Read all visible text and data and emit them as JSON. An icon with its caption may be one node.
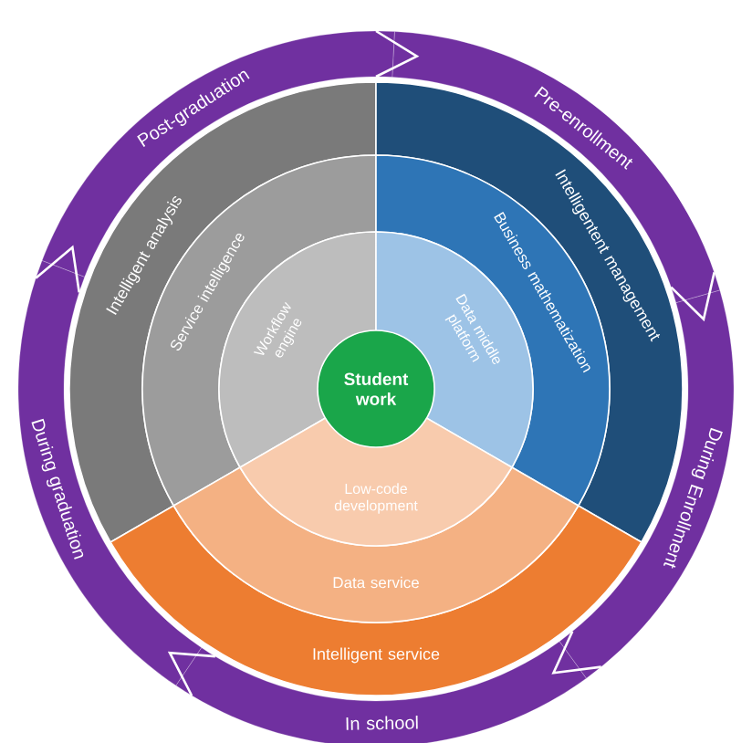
{
  "diagram": {
    "nodes": [
      {
        "text": [
          "Post-graduation"
        ]
      },
      {
        "text": [
          "Pre-enrollment"
        ]
      },
      {
        "text": [
          "During Enrollment"
        ]
      },
      {
        "text": [
          "In school"
        ]
      },
      {
        "text": [
          "During graduation"
        ]
      },
      {
        "text": [
          "Intelligent analysis"
        ]
      },
      {
        "text": [
          "Intelligentent management"
        ]
      },
      {
        "text": [
          "Intelligent service"
        ]
      },
      {
        "text": [
          "Service intelligence"
        ]
      },
      {
        "text": [
          "Business mathematization"
        ]
      },
      {
        "text": [
          "Data service"
        ]
      },
      {
        "text": [
          "Workflow engine"
        ]
      },
      {
        "text": [
          "Data middle platform"
        ]
      },
      {
        "text": [
          "Low-code development"
        ]
      },
      {
        "text": [
          "Student work"
        ]
      }
    ]
  }
}
